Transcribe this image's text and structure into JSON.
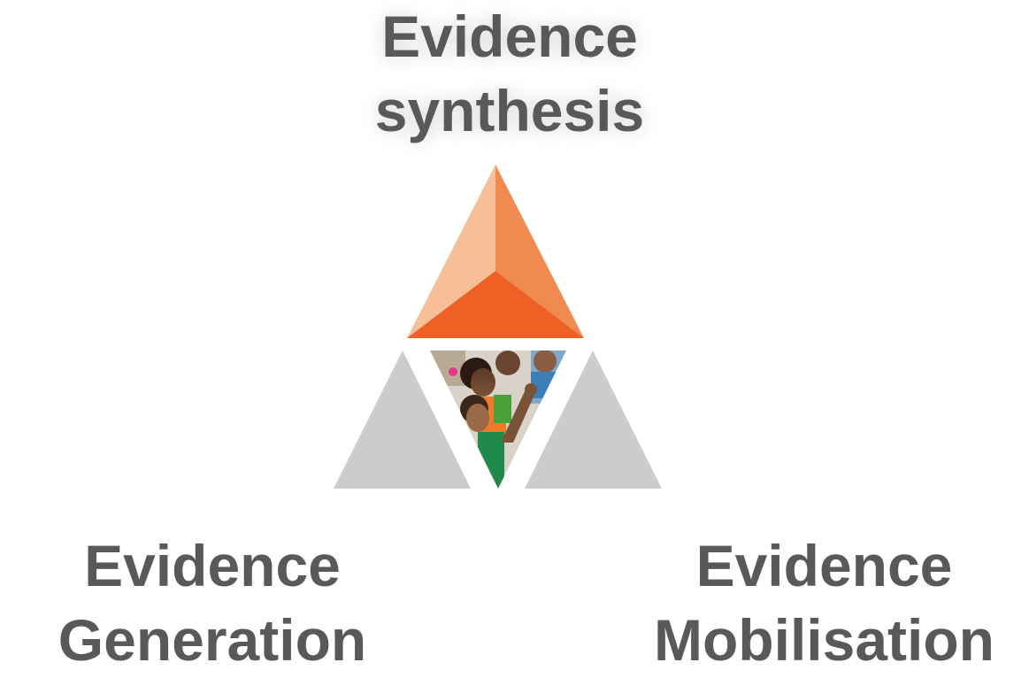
{
  "nodes": {
    "top": {
      "line1": "Evidence",
      "line2": "synthesis"
    },
    "left": {
      "line1": "Evidence",
      "line2": "Generation"
    },
    "right": {
      "line1": "Evidence",
      "line2": "Mobilisation"
    }
  },
  "colors": {
    "text": "#595959",
    "orange_light": "#f7bf98",
    "orange_mid": "#f08a50",
    "orange_dark": "#ee6023",
    "grey": "#cccccc"
  },
  "center_image": "photo of children in a classroom"
}
